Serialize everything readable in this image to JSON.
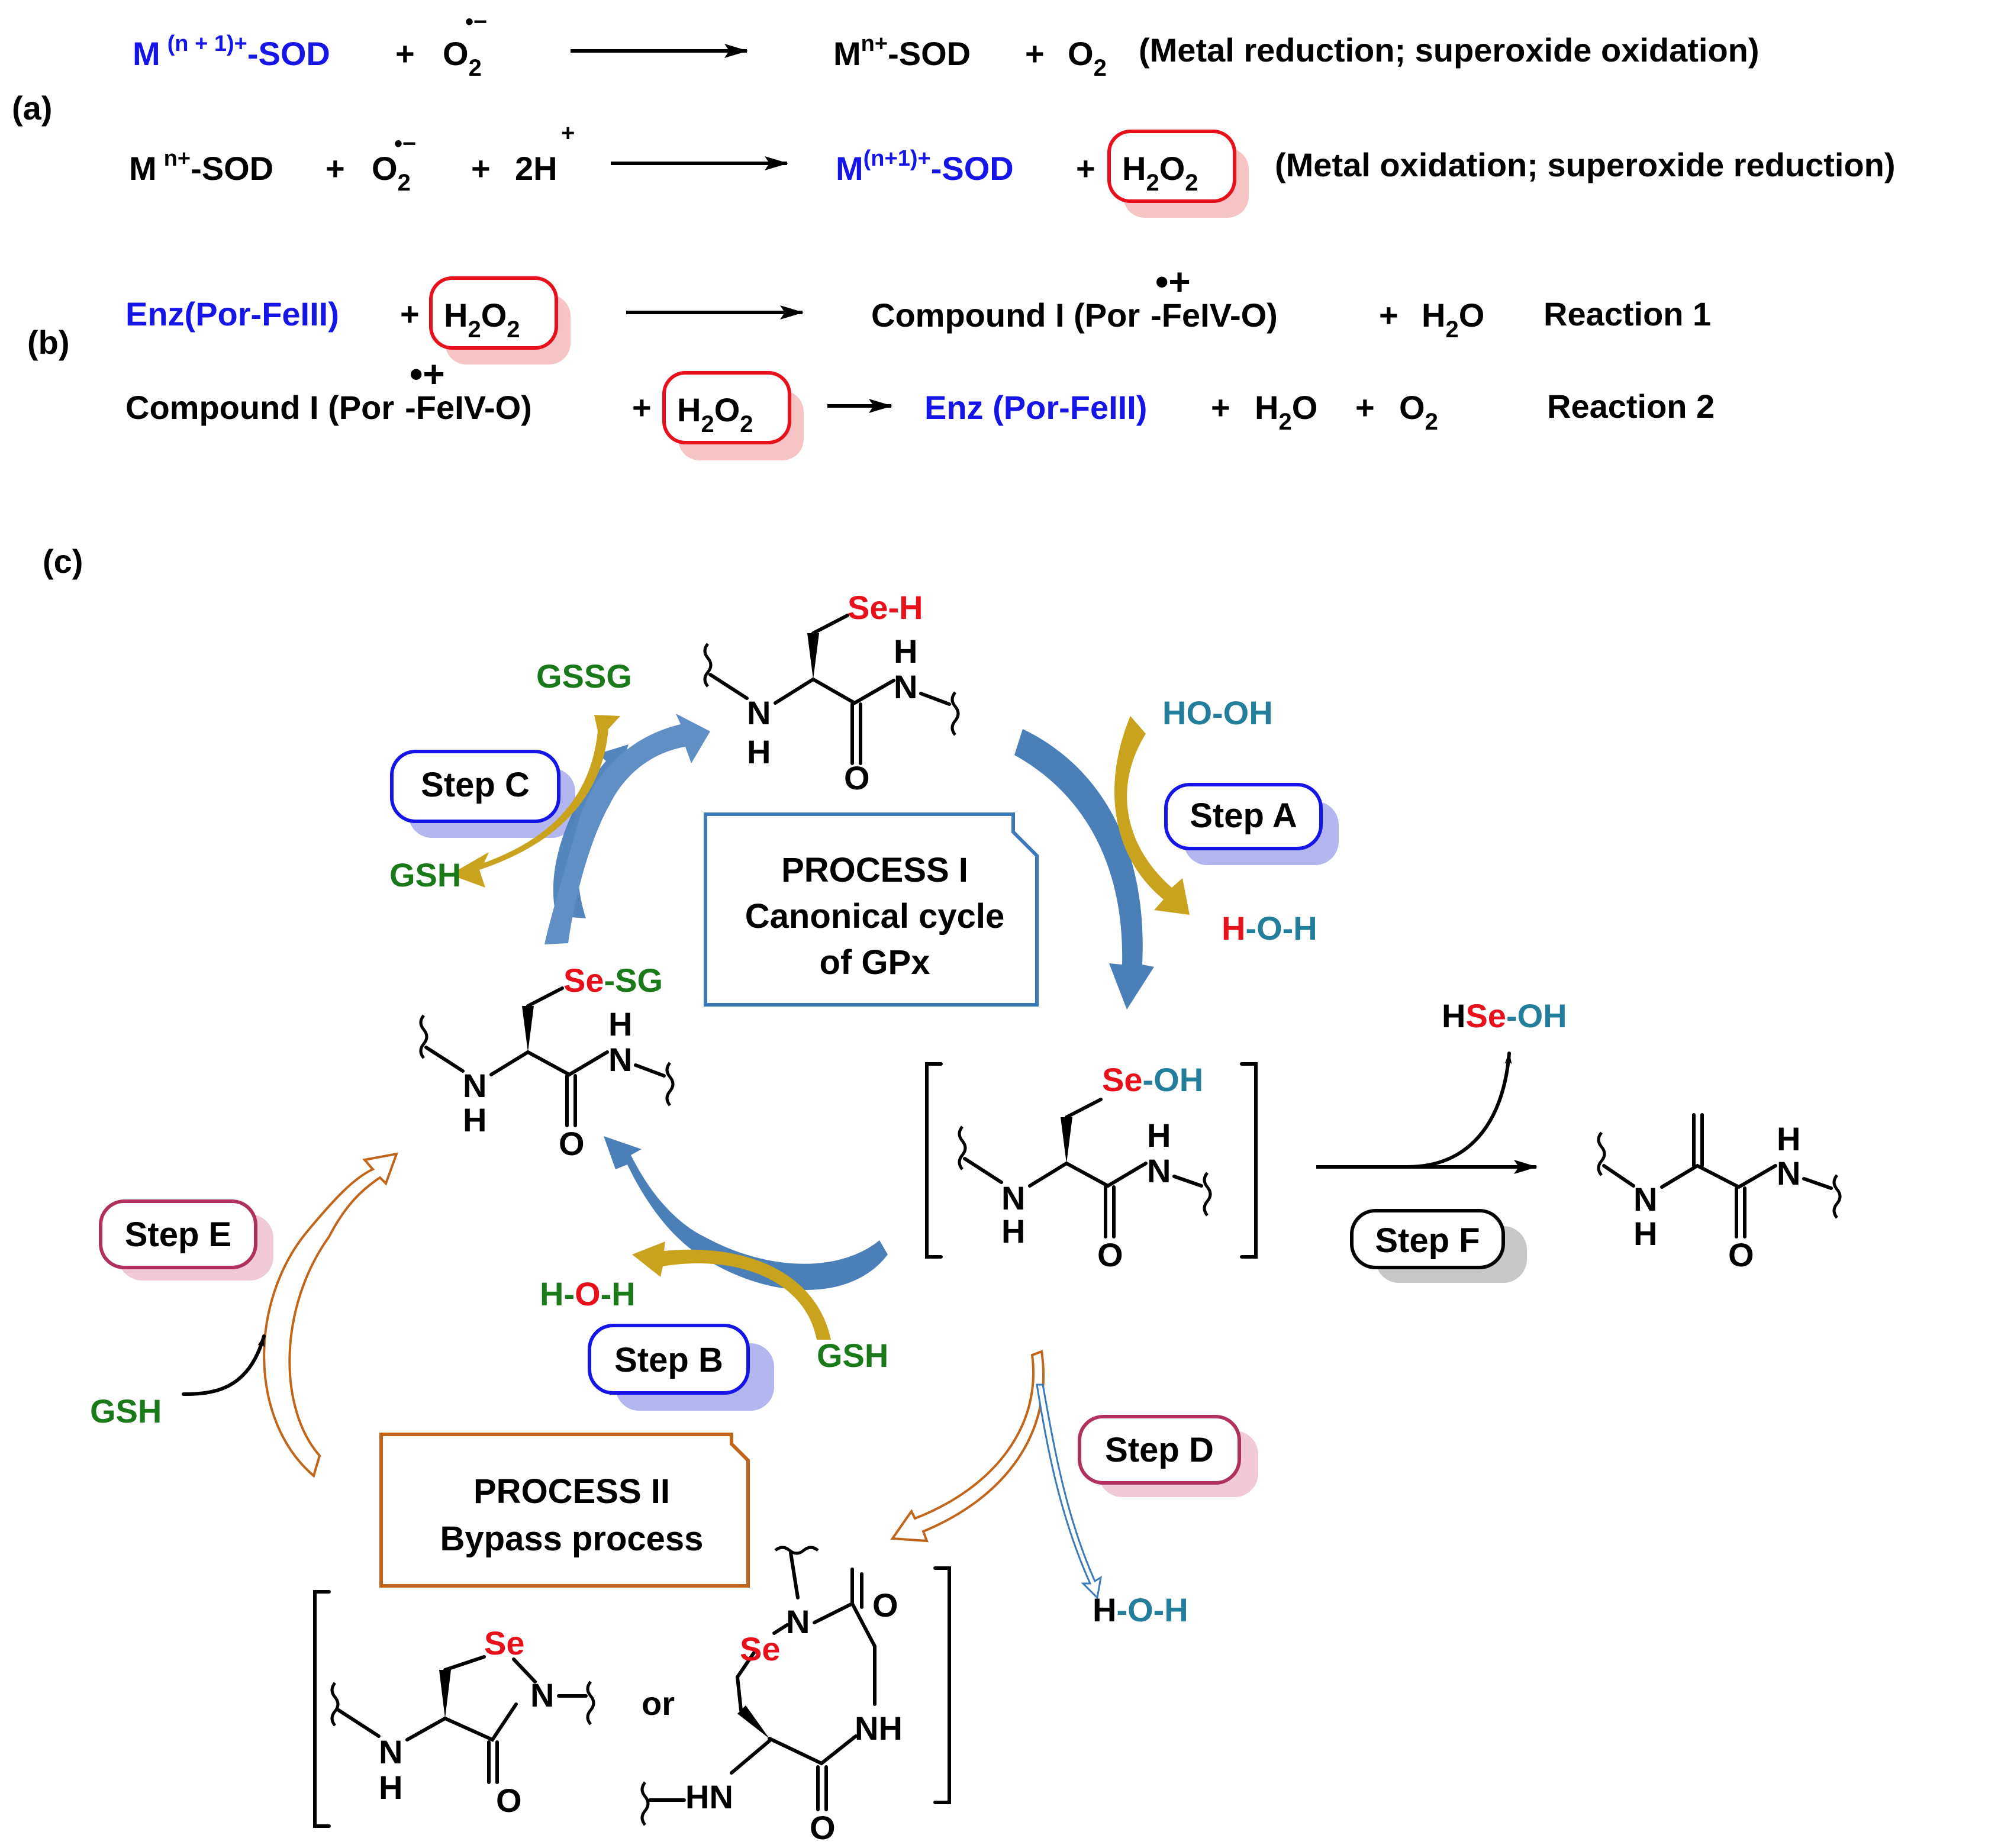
{
  "panel_labels": {
    "a": "(a)",
    "b": "(b)",
    "c": "(c)"
  },
  "a": {
    "r1_left_m": "M",
    "r1_left_sup": "(n + 1)+",
    "r1_left_sod": "-SOD",
    "plus": "+",
    "o2": "O",
    "sub2": "2",
    "superoxide_charge": "•−",
    "r1_right": "M",
    "r1_right_sup": "n+",
    "r1_right_sod": "-SOD",
    "r1_note": "(Metal reduction; superoxide oxidation)",
    "r2_left_m": "M",
    "r2_left_sup": "n+",
    "r2_left_sod": "-SOD",
    "two_h": "2H",
    "h_plus": "+",
    "r2_right_m": "M",
    "r2_right_sup": "(n+1)+",
    "r2_right_sod": "-SOD",
    "h2o2_h": "H",
    "h2o2_o": "O",
    "r2_note": "(Metal oxidation; superoxide reduction)"
  },
  "b": {
    "enz": "Enz(Por-FeIII)",
    "compound1_pre": "Compound I (Por",
    "compound1_post": "-FeIV-O)",
    "radical_cation": "•+",
    "h2o": "H",
    "o": "O",
    "reaction1": "Reaction 1",
    "reaction2": "Reaction 2",
    "enz2": "Enz (Por-FeIII)"
  },
  "c": {
    "se_h": [
      "Se",
      "-H"
    ],
    "ho_oh": "HO-OH",
    "h_o_h": [
      "H",
      "-O-H"
    ],
    "gssg": "GSSG",
    "gsh": "GSH",
    "se_sg": [
      "Se",
      "-SG"
    ],
    "se_oh": [
      "Se",
      "-OH"
    ],
    "hse_oh": [
      "H",
      "Se",
      "-OH"
    ],
    "h_o_h_green": [
      "H-",
      "O",
      "-H"
    ],
    "h_o_h_d": [
      "H",
      "-O-H"
    ],
    "step_a": "Step A",
    "step_b": "Step B",
    "step_c": "Step C",
    "step_d": "Step D",
    "step_e": "Step E",
    "step_f": "Step F",
    "process1": [
      "PROCESS I",
      "Canonical cycle",
      "of GPx"
    ],
    "process2": [
      "PROCESS II",
      "Bypass process"
    ],
    "or": "or",
    "atoms": {
      "N": "N",
      "H": "H",
      "O": "O",
      "NH": "NH",
      "HN": "HN",
      "Se": "Se"
    }
  },
  "colors": {
    "blue_text": "#1515e8",
    "red_text": "#e8101a",
    "green_text": "#1a7a1a",
    "teal_text": "#237e9c",
    "step_abc_border": "#1515e8",
    "step_de_border": "#b03060",
    "process1_border": "#3a7ab8",
    "process2_border": "#c0651a",
    "h2o2_box": "#e8101a"
  }
}
